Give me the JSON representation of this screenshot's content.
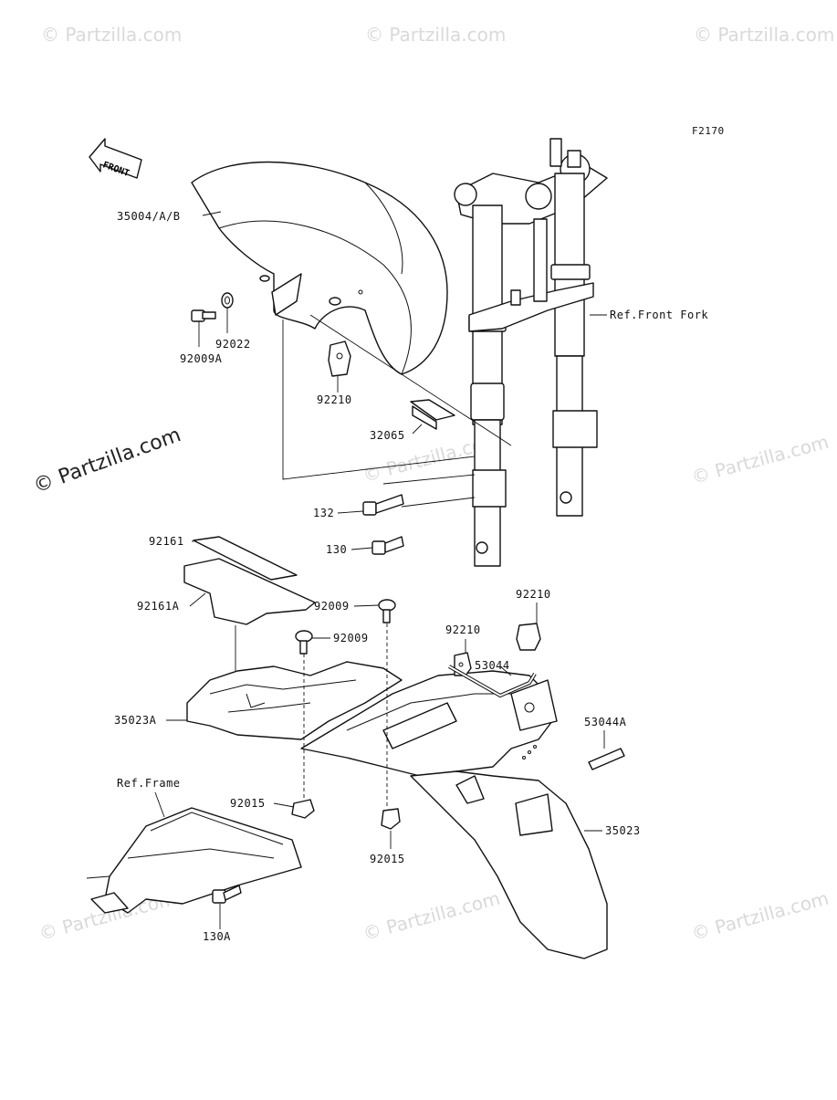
{
  "diagram_code": "F2170",
  "front_label": "FRONT",
  "watermark": "© Partzilla.com",
  "watermark_small": "© Partzilla.com",
  "labels": {
    "front_fender": "35004/A/B",
    "bolt_92009A": "92009A",
    "washer_92022": "92022",
    "nut_92210_top": "92210",
    "plate_32065": "32065",
    "bolt_132": "132",
    "bolt_130": "130",
    "ref_front_fork": "Ref.Front Fork",
    "seal_92161": "92161",
    "seal_92161A": "92161A",
    "bolt_92009_a": "92009",
    "bolt_92009_b": "92009",
    "nut_92210_b": "92210",
    "nut_92210_c": "92210",
    "cable_53044": "53044",
    "tube_53044A": "53044A",
    "inner_fender_35023A": "35023A",
    "ref_frame": "Ref.Frame",
    "clip_92015_a": "92015",
    "clip_92015_b": "92015",
    "rear_fender_35023": "35023",
    "bolt_130A": "130A"
  }
}
